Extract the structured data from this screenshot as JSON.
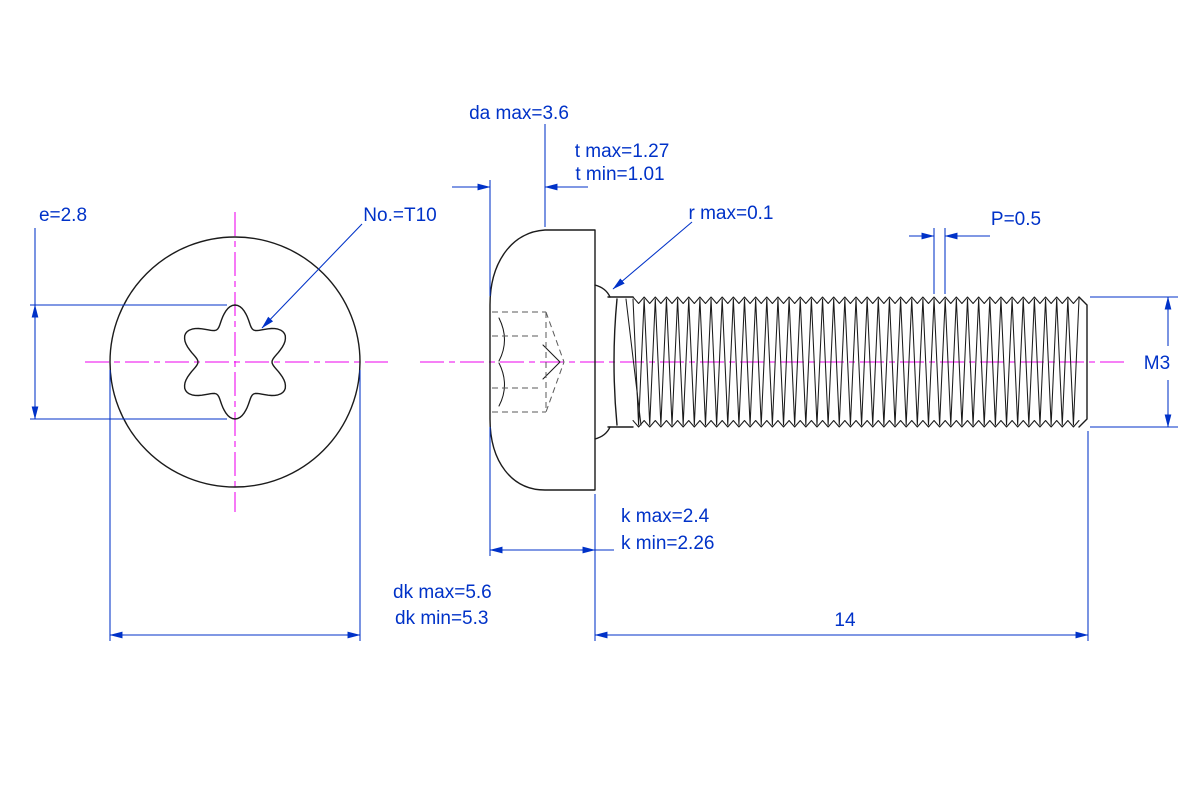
{
  "labels": {
    "e": "e=2.8",
    "torx_number": "No.=T10",
    "da_max": "da max=3.6",
    "t_max": "t max=1.27",
    "t_min": "t min=1.01",
    "r_max": "r max=0.1",
    "pitch": "P=0.5",
    "thread": "M3",
    "k_max": "k max=2.4",
    "k_min": "k min=2.26",
    "dk_max": "dk max=5.6",
    "dk_min": "dk min=5.3",
    "length": "14"
  },
  "colors": {
    "dimension": "#0032c8",
    "centerline": "#ee00ee",
    "outline": "#1b1b1b",
    "hidden": "#5a5a5a",
    "background": "#ffffff"
  }
}
